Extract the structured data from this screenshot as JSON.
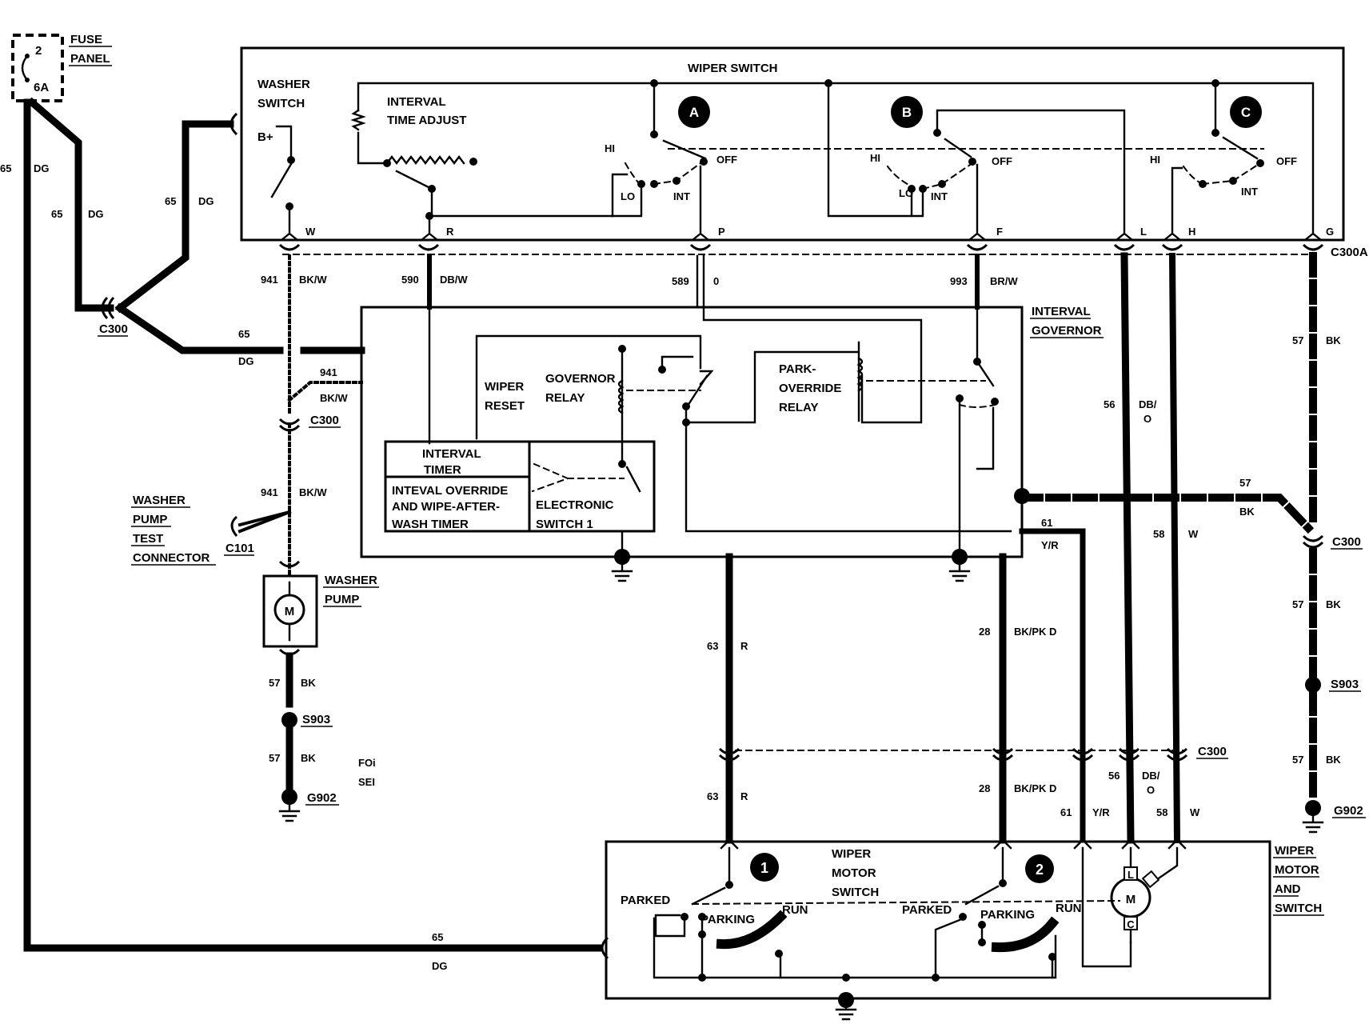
{
  "labels": {
    "fuse_num": "2",
    "fuse_rating": "6A",
    "fuse_panel_1": "FUSE",
    "fuse_panel_2": "PANEL",
    "wiper_switch": "WIPER SWITCH",
    "washer_switch_1": "WASHER",
    "washer_switch_2": "SWITCH",
    "b_plus": "B+",
    "interval_1": "INTERVAL",
    "interval_2": "TIME ADJUST",
    "marker_a": "A",
    "marker_b": "B",
    "marker_c": "C",
    "marker_1": "1",
    "marker_2": "2",
    "hi": "HI",
    "lo": "LO",
    "int": "INT",
    "off": "OFF",
    "pin_w": "W",
    "pin_r": "R",
    "pin_p": "P",
    "pin_f": "F",
    "pin_l": "L",
    "pin_h": "H",
    "pin_g": "G",
    "c300a": "C300A",
    "c300": "C300",
    "c101": "C101",
    "interval_governor_1": "INTERVAL",
    "interval_governor_2": "GOVERNOR",
    "wiper_reset_1": "WIPER",
    "wiper_reset_2": "RESET",
    "governor_relay_1": "GOVERNOR",
    "governor_relay_2": "RELAY",
    "park_override_1": "PARK-",
    "park_override_2": "OVERRIDE",
    "park_override_3": "RELAY",
    "interval_timer_1": "INTERVAL",
    "interval_timer_2": "TIMER",
    "override_timer_1": "INTEVAL OVERRIDE",
    "override_timer_2": "AND WIPE-AFTER-",
    "override_timer_3": "WASH TIMER",
    "electronic_switch_1": "ELECTRONIC",
    "electronic_switch_2": "SWITCH 1",
    "washer_pump_test_1": "WASHER",
    "washer_pump_test_2": "PUMP",
    "washer_pump_test_3": "TEST",
    "washer_pump_test_4": "CONNECTOR",
    "washer_pump_1": "WASHER",
    "washer_pump_2": "PUMP",
    "motor_m": "M",
    "s903": "S903",
    "g902": "G902",
    "foi": "FOi",
    "sei": "SEI",
    "wiper_motor_switch_1": "WIPER",
    "wiper_motor_switch_2": "MOTOR",
    "wiper_motor_switch_3": "SWITCH",
    "wiper_motor_and_switch_1": "WIPER",
    "wiper_motor_and_switch_2": "MOTOR",
    "wiper_motor_and_switch_3": "AND",
    "wiper_motor_and_switch_4": "SWITCH",
    "parked": "PARKED",
    "parking": "PARKING",
    "run": "RUN",
    "motor_l": "L",
    "motor_c": "C"
  },
  "wires": {
    "w65": "65",
    "dg": "DG",
    "w941": "941",
    "bkw": "BK/W",
    "w590": "590",
    "dbw": "DB/W",
    "w589": "589",
    "o": "0",
    "w993": "993",
    "brw": "BR/W",
    "w57": "57",
    "bk": "BK",
    "w56": "56",
    "dbo_1": "DB/",
    "dbo_2": "O",
    "w58": "58",
    "w": "W",
    "w61": "61",
    "yr": "Y/R",
    "w63": "63",
    "r": "R",
    "w28": "28",
    "bkpkd": "BK/PK D"
  }
}
